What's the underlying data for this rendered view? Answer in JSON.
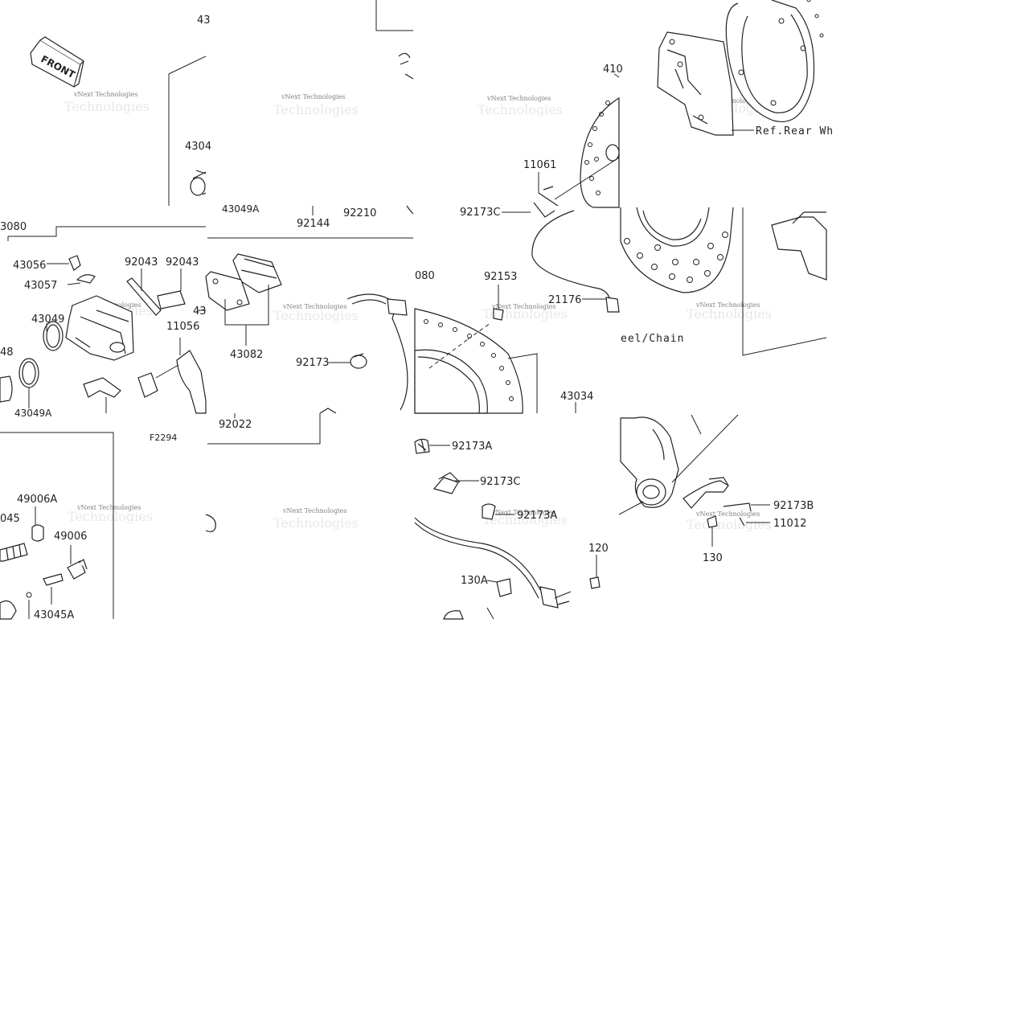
{
  "front_label": "FRONT",
  "figure_code": "F2294",
  "watermark": {
    "line1": "vNext Technologies",
    "line2": "Technologies"
  },
  "references": {
    "rear_wheel": "Ref.Rear Wh",
    "wheel_chain": "eel/Chain"
  },
  "part_labels": {
    "p43_top": "43",
    "p4304": "4304",
    "p43049A_top": "43049A",
    "p92144": "92144",
    "p92210": "92210",
    "p3080": "3080",
    "p43056": "43056",
    "p43057": "43057",
    "p92043_a": "92043",
    "p92043_b": "92043",
    "p43049": "43049",
    "p48": "48",
    "p43049A_low": "43049A",
    "p43_mid": "43",
    "p11056": "11056",
    "p43082": "43082",
    "p92173": "92173",
    "p92022": "92022",
    "p080": "080",
    "p92153": "92153",
    "p410": "410",
    "p11061": "11061",
    "p92173C_top": "92173C",
    "p21176": "21176",
    "p43034": "43034",
    "p92173A_a": "92173A",
    "p92173C_b": "92173C",
    "p92173A_b": "92173A",
    "p120": "120",
    "p130A": "130A",
    "p92173B": "92173B",
    "p11012": "11012",
    "p130": "130",
    "p49006A": "49006A",
    "p045": "045",
    "p49006": "49006",
    "p43045A": "43045A"
  }
}
